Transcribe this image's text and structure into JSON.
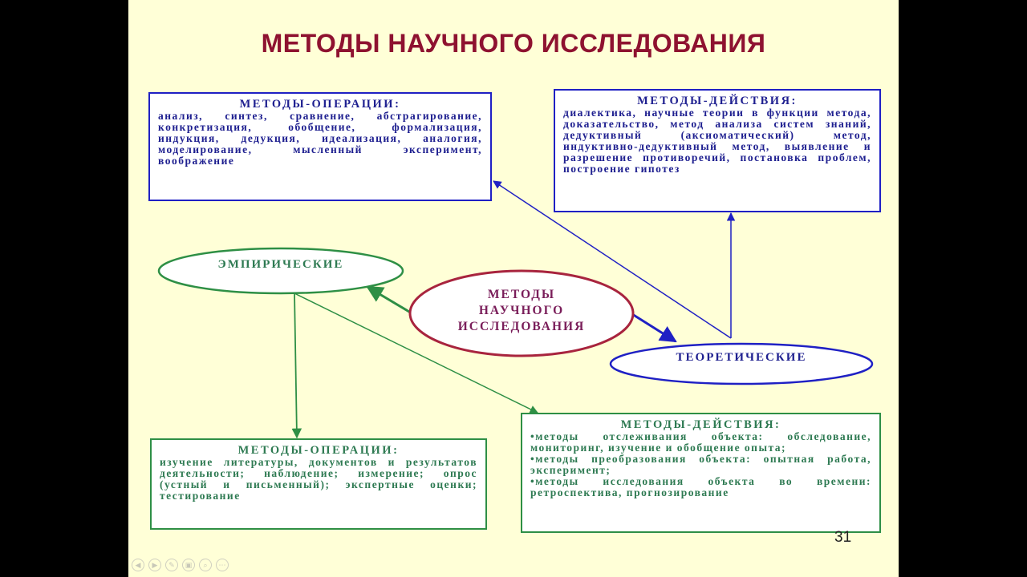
{
  "slide": {
    "title": "МЕТОДЫ НАУЧНОГО ИССЛЕДОВАНИЯ",
    "page_number": "31"
  },
  "center": {
    "lines": [
      "МЕТОДЫ",
      "НАУЧНОГО",
      "ИССЛЕДОВАНИЯ"
    ]
  },
  "empirical": {
    "label": "ЭМПИРИЧЕСКИЕ"
  },
  "theoretical": {
    "label": "ТЕОРЕТИЧЕСКИЕ"
  },
  "boxes": {
    "theory_operations": {
      "heading": "МЕТОДЫ-ОПЕРАЦИИ:",
      "body": "анализ, синтез, сравнение, абстрагирование, конкретизация, обобщение, формализация, индукция, дедукция, идеализация, аналогия, моделирование, мысленный эксперимент, воображение"
    },
    "theory_actions": {
      "heading": "МЕТОДЫ-ДЕЙСТВИЯ:",
      "body": "диалектика, научные теории в функции метода, доказательство, метод анализа систем знаний, дедуктивный (аксиоматический) метод, индуктивно-дедуктивный метод, выявление и разрешение противоречий, постановка проблем, построение гипотез"
    },
    "empirical_operations": {
      "heading": "МЕТОДЫ-ОПЕРАЦИИ:",
      "body": "изучение литературы, документов и результатов деятельности; наблюдение; измерение; опрос (устный и письменный); экспертные оценки; тестирование"
    },
    "empirical_actions": {
      "heading": "МЕТОДЫ-ДЕЙСТВИЯ:",
      "items": [
        "методы отслеживания объекта: обследование, мониторинг, изучение и обобщение опыта;",
        "методы преобразования объекта: опытная работа, эксперимент;",
        "методы исследования объекта во времени: ретроспектива, прогнозирование"
      ],
      "bullet": "•"
    }
  },
  "nav": {
    "icons": [
      "prev-icon",
      "next-icon",
      "pen-icon",
      "slides-icon",
      "zoom-icon",
      "more-icon"
    ],
    "glyphs": [
      "◀",
      "▶",
      "✎",
      "▣",
      "⌕",
      "⋯"
    ]
  },
  "colors": {
    "background": "#FFFFD7",
    "title": "#8E1230",
    "blue": "#1F20C4",
    "green": "#2E8F45",
    "center_border": "#A8243E",
    "center_text": "#7A1E5A"
  }
}
